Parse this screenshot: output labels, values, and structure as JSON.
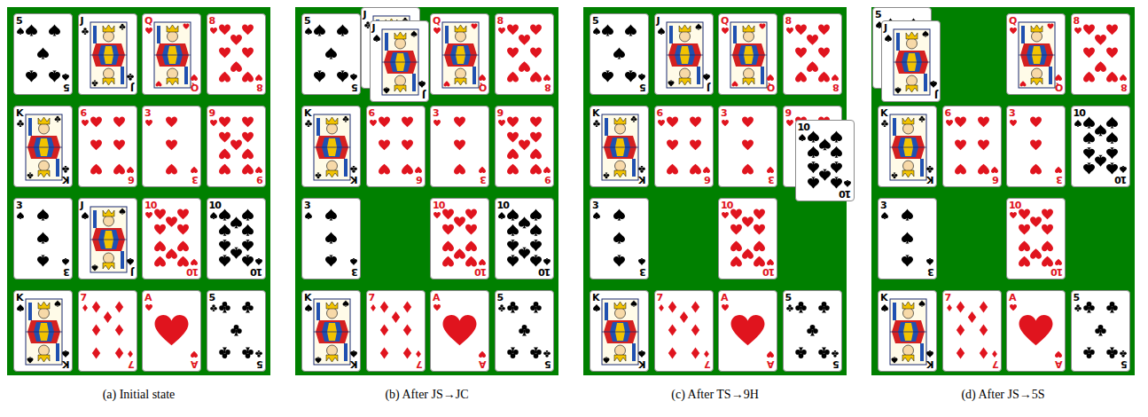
{
  "diagram": {
    "nodes": [
      {
        "text": [
          "5",
          "5"
        ]
      },
      {
        "text": [
          "J",
          "J"
        ]
      },
      {
        "text": [
          "Q",
          "Q"
        ]
      },
      {
        "text": [
          "8",
          "8"
        ]
      },
      {
        "text": [
          "K",
          "K"
        ]
      },
      {
        "text": [
          "6",
          "6"
        ]
      },
      {
        "text": [
          "3",
          "3"
        ]
      },
      {
        "text": [
          "9",
          "9"
        ]
      },
      {
        "text": [
          "3",
          "3"
        ]
      },
      {
        "text": [
          "J",
          "J"
        ]
      },
      {
        "text": [
          "10",
          "10"
        ]
      },
      {
        "text": [
          "10",
          "10"
        ]
      },
      {
        "text": [
          "K",
          "K"
        ]
      },
      {
        "text": [
          "7",
          "7"
        ]
      },
      {
        "text": [
          "A",
          "A"
        ]
      },
      {
        "text": [
          "5",
          "5"
        ]
      },
      {
        "text": [
          "5",
          "5"
        ]
      },
      {
        "text": [
          "J"
        ]
      },
      {
        "text": [
          "J",
          "J"
        ]
      },
      {
        "text": [
          "Q",
          "Q"
        ]
      },
      {
        "text": [
          "8",
          "8"
        ]
      },
      {
        "text": [
          "K",
          "K"
        ]
      },
      {
        "text": [
          "6",
          "6"
        ]
      },
      {
        "text": [
          "3",
          "3"
        ]
      },
      {
        "text": [
          "9",
          "9"
        ]
      },
      {
        "text": [
          "3",
          "3"
        ]
      },
      {
        "text": [
          "10",
          "10"
        ]
      },
      {
        "text": [
          "10",
          "10"
        ]
      },
      {
        "text": [
          "K",
          "K"
        ]
      },
      {
        "text": [
          "7",
          "7"
        ]
      },
      {
        "text": [
          "A",
          "A"
        ]
      },
      {
        "text": [
          "5",
          "5"
        ]
      },
      {
        "text": [
          "5",
          "5"
        ]
      },
      {
        "text": [
          "J",
          "J"
        ]
      },
      {
        "text": [
          "Q",
          "Q"
        ]
      },
      {
        "text": [
          "8",
          "8"
        ]
      },
      {
        "text": [
          "K",
          "K"
        ]
      },
      {
        "text": [
          "6",
          "6"
        ]
      },
      {
        "text": [
          "3",
          "3"
        ]
      },
      {
        "text": [
          "9"
        ]
      },
      {
        "text": [
          "10",
          "10"
        ]
      },
      {
        "text": [
          "3",
          "3"
        ]
      },
      {
        "text": [
          "10",
          "10"
        ]
      },
      {
        "text": [
          "K",
          "K"
        ]
      },
      {
        "text": [
          "7",
          "7"
        ]
      },
      {
        "text": [
          "A",
          "A"
        ]
      },
      {
        "text": [
          "5",
          "5"
        ]
      },
      {
        "text": [
          "5"
        ]
      },
      {
        "text": [
          "J",
          "J"
        ]
      },
      {
        "text": [
          "Q",
          "Q"
        ]
      },
      {
        "text": [
          "8",
          "8"
        ]
      },
      {
        "text": [
          "K",
          "K"
        ]
      },
      {
        "text": [
          "6",
          "6"
        ]
      },
      {
        "text": [
          "3",
          "3"
        ]
      },
      {
        "text": [
          "10",
          "10"
        ]
      },
      {
        "text": [
          "3",
          "3"
        ]
      },
      {
        "text": [
          "10",
          "10"
        ]
      },
      {
        "text": [
          "K",
          "K"
        ]
      },
      {
        "text": [
          "7",
          "7"
        ]
      },
      {
        "text": [
          "A",
          "A"
        ]
      },
      {
        "text": [
          "5",
          "5"
        ]
      }
    ],
    "labels": [
      "(a) Initial state",
      "(b) After JS→JC",
      "(c) After TS→9H",
      "(d) After JS→5S"
    ]
  }
}
